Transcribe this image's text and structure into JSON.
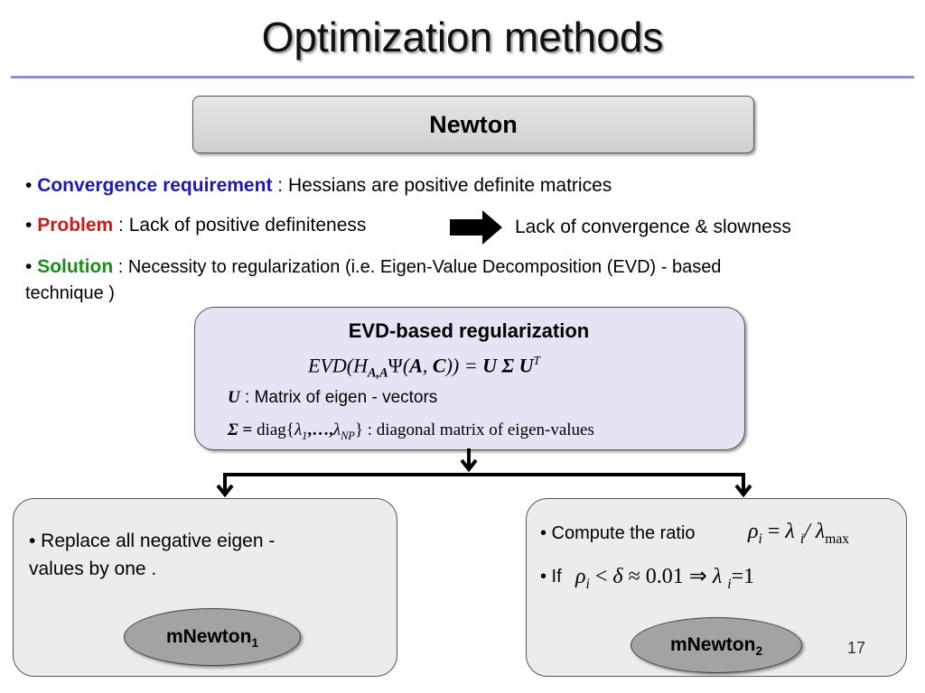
{
  "slide": {
    "title": "Optimization methods",
    "header_box": "Newton",
    "page_number": "17"
  },
  "bullets": {
    "b1_label": "Convergence requirement",
    "b1_text": " : Hessians are positive definite matrices",
    "b2_label": "Problem",
    "b2_text": " : Lack of positive definiteness",
    "b2_result": "Lack of convergence & slowness",
    "b3_label": "Solution",
    "b3_text_line1": " : Necessity to regularization (i.e. Eigen-Value Decomposition (EVD) - based",
    "b3_text_line2": "technique )"
  },
  "evd": {
    "title": "EVD-based regularization",
    "formula": "EVD(H_{A,A} Ψ(A,C)) = U Σ U^T",
    "u_symbol": "U",
    "u_desc": " : Matrix of eigen - vectors",
    "sigma_symbol": "Σ",
    "sigma_desc": " : diagonal matrix of eigen-values"
  },
  "left_branch": {
    "line1": "• Replace all negative eigen -",
    "line2": "values by one .",
    "label": "mNewton",
    "label_sub": "1"
  },
  "right_branch": {
    "line1": "• Compute the ratio",
    "line2_prefix": "• If",
    "label": "mNewton",
    "label_sub": "2"
  }
}
